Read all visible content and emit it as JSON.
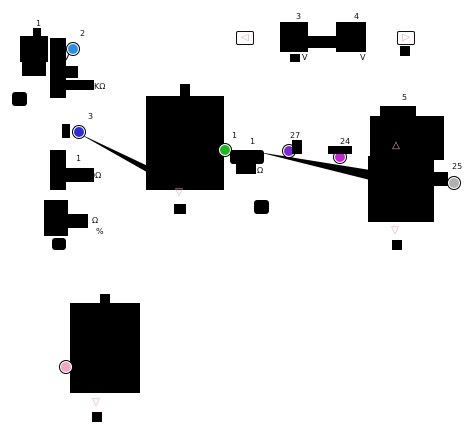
{
  "labels": {
    "u_top_left": "1",
    "p2": "2",
    "p2_val": "KΩ",
    "p3": "3",
    "r1": "1",
    "r1_val": "0Ω",
    "r2_val": "Ω",
    "r2_pct": "%",
    "p1": "1",
    "p1b": "1",
    "p1_val": "Ω",
    "p7": "27",
    "p4": "24",
    "p5": "5",
    "p25": "25",
    "u3": "3",
    "u4": "4",
    "nav_v1": "V",
    "nav_v2": "V"
  },
  "buttons": {
    "prev": "◁",
    "next": "▷"
  },
  "markers": {
    "down": "▽",
    "up": "△"
  },
  "colors": {
    "probe_blue": "#2a8fe0",
    "probe_darkblue": "#2e2ed0",
    "probe_green": "#22b522",
    "probe_purple": "#7a28d6",
    "probe_magenta": "#c02ad0",
    "probe_grey": "#b0b0b0",
    "probe_pink": "#f2a6c6",
    "marker_pink": "#e9a0b8"
  }
}
